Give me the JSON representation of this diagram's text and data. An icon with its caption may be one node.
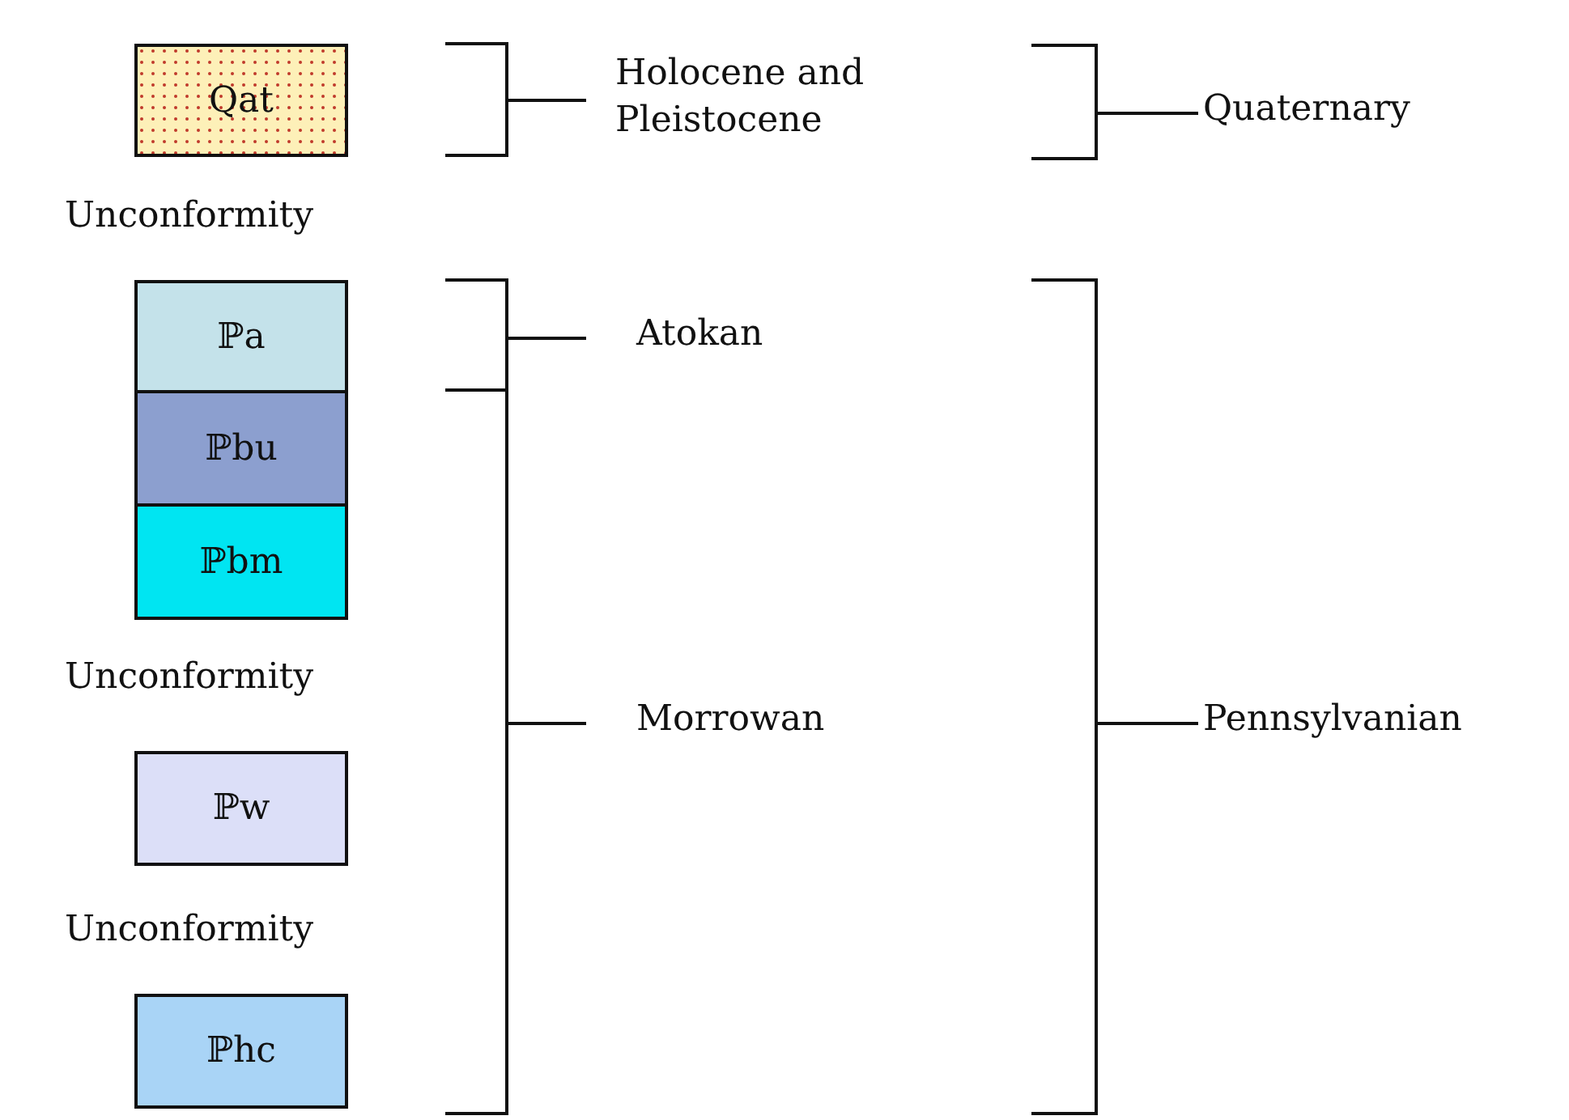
{
  "diagram": {
    "nodes": [
      {
        "text": [
          "Qat"
        ]
      },
      {
        "text": [
          "ℙa"
        ]
      },
      {
        "text": [
          "ℙbu"
        ]
      },
      {
        "text": [
          "ℙbm"
        ]
      },
      {
        "text": [
          "ℙw"
        ]
      },
      {
        "text": [
          "ℙhc"
        ]
      }
    ],
    "labels": [
      "Holocene and Pleistocene",
      "Quaternary",
      "Unconformity",
      "Atokan",
      "Unconformity",
      "Morrowan",
      "Pennsylvanian",
      "Unconformity"
    ]
  }
}
